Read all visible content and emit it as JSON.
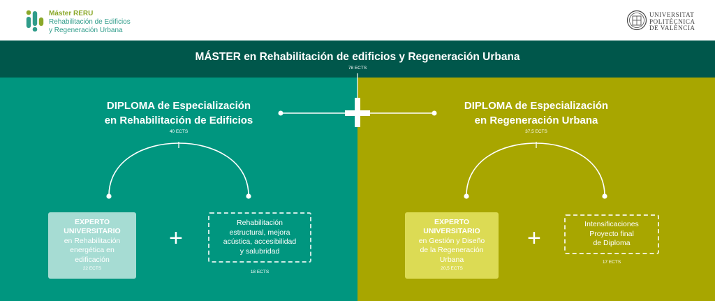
{
  "header": {
    "logo_title": "Máster RERU",
    "logo_subtitle_lines": [
      "Rehabilitación de Edificios",
      "y Regeneración Urbana"
    ],
    "university_lines": [
      "UNIVERSITAT",
      "POLITÈCNICA",
      "DE VALÈNCIA"
    ]
  },
  "master": {
    "title": "MÁSTER en Rehabilitación de edificios y Regeneración Urbana",
    "ects": "78 ECTS"
  },
  "left": {
    "diploma_lines": [
      "DIPLOMA de Especialización",
      "en Rehabilitación de Edificios"
    ],
    "ects": "40 ECTS",
    "expert": {
      "title_lines": [
        "EXPERTO",
        "UNIVERSITARIO"
      ],
      "body_lines": [
        "en Rehabilitación",
        "energética en",
        "edificación"
      ],
      "ects": "22 ECTS"
    },
    "module": {
      "lines": [
        "Rehabilitación",
        "estructural, mejora",
        "acústica, accesibilidad",
        "y salubridad"
      ],
      "ects": "18 ECTS"
    },
    "plus": "+"
  },
  "right": {
    "diploma_lines": [
      "DIPLOMA de Especialización",
      "en Regeneración Urbana"
    ],
    "ects": "37,5 ECTS",
    "expert": {
      "title_lines": [
        "EXPERTO",
        "UNIVERSITARIO"
      ],
      "body_lines": [
        "en Gestión y Diseño",
        "de la Regeneración",
        "Urbana"
      ],
      "ects": "20,5 ECTS"
    },
    "module": {
      "lines": [
        "Intensificaciones",
        "Proyecto final",
        "de Diploma"
      ],
      "ects": "17 ECTS"
    },
    "plus": "+"
  },
  "colors": {
    "band": "#00574b",
    "left_panel": "#00967f",
    "right_panel": "#a8a600",
    "left_box": "#a6dcd3",
    "right_box": "#dcdb54",
    "logo_green": "#8aa829",
    "logo_teal": "#2f9c8a"
  }
}
